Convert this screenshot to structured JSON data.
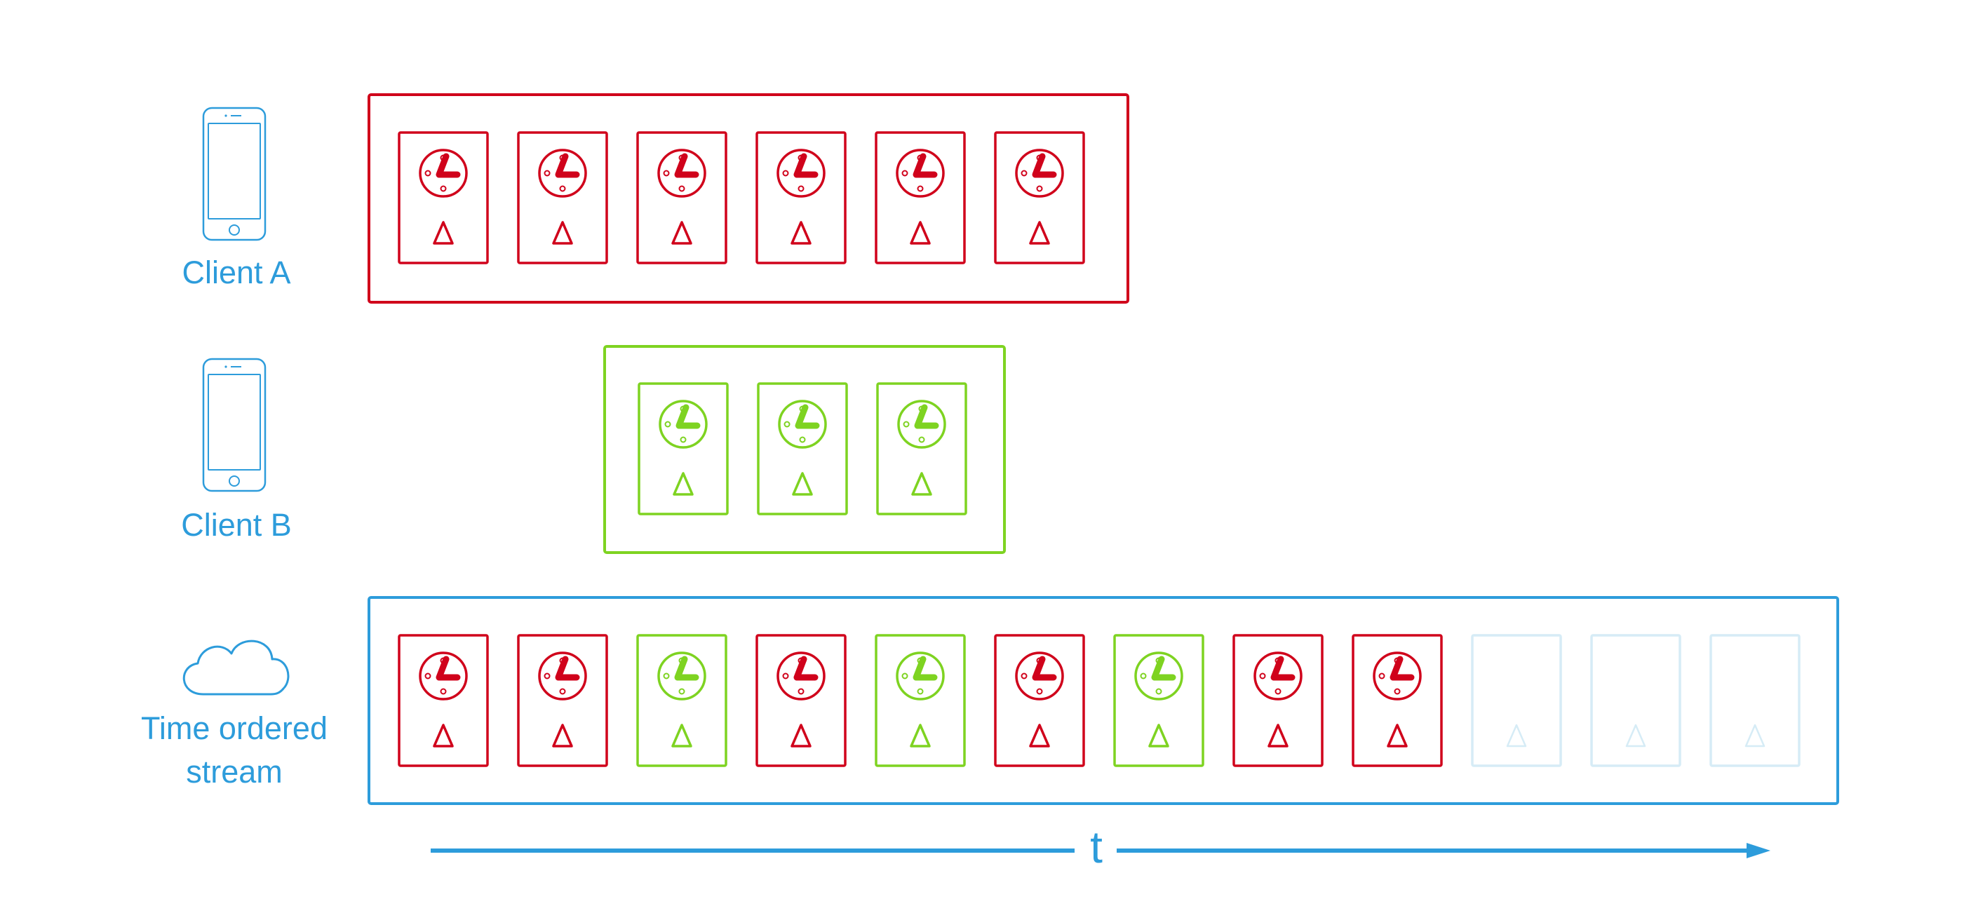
{
  "colors": {
    "red": "#d0021b",
    "green": "#7ed321",
    "blue": "#2d9cdb",
    "faded": "#d6ecf6",
    "background": "#ffffff"
  },
  "icons": {
    "client": "smartphone-icon",
    "stream": "cloud-icon",
    "event_clock": "clock-icon",
    "event_delta": "delta-icon"
  },
  "client_a": {
    "label": "Client A",
    "events": [
      "red",
      "red",
      "red",
      "red",
      "red",
      "red"
    ]
  },
  "client_b": {
    "label": "Client B",
    "events": [
      "green",
      "green",
      "green"
    ]
  },
  "stream": {
    "label_line1": "Time ordered",
    "label_line2": "stream",
    "events": [
      "red",
      "red",
      "green",
      "red",
      "green",
      "red",
      "green",
      "red",
      "red",
      "faded",
      "faded",
      "faded"
    ]
  },
  "time_axis": {
    "label": "t"
  }
}
